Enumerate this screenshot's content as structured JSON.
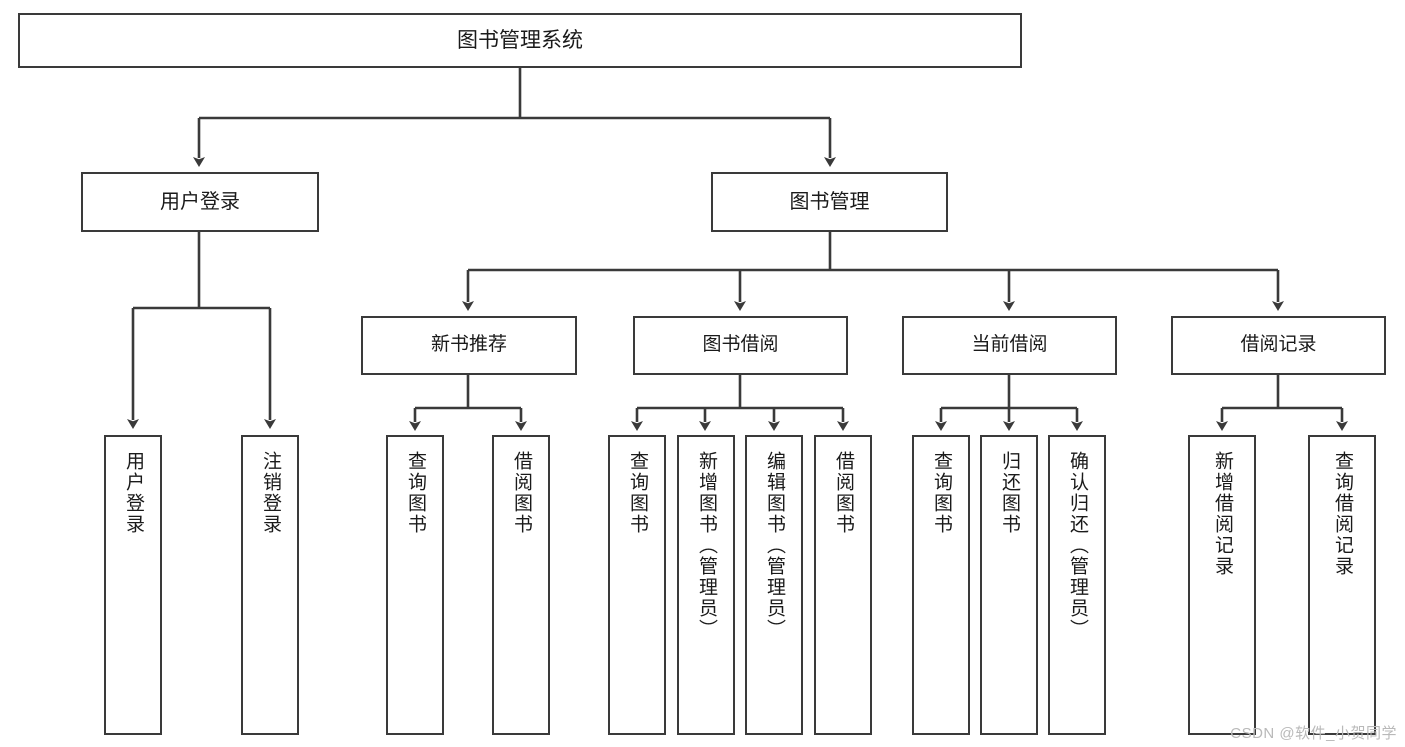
{
  "diagram": {
    "title": "图书管理系统",
    "watermark": "CSDN @软件_小贺同学",
    "nodes": {
      "root": {
        "label": "图书管理系统"
      },
      "user_login": {
        "label": "用户登录"
      },
      "book_manage": {
        "label": "图书管理"
      },
      "new_book_rec": {
        "label": "新书推荐"
      },
      "book_borrow": {
        "label": "图书借阅"
      },
      "current_borrow": {
        "label": "当前借阅"
      },
      "borrow_record": {
        "label": "借阅记录"
      },
      "leaf_user_login": {
        "label": "用户登录"
      },
      "leaf_user_logout": {
        "label": "注销登录"
      },
      "leaf_query_book_1": {
        "label": "查询图书"
      },
      "leaf_borrow_book_1": {
        "label": "借阅图书"
      },
      "leaf_query_book_2": {
        "label": "查询图书"
      },
      "leaf_add_book": {
        "label": "新增图书（管理员）"
      },
      "leaf_edit_book": {
        "label": "编辑图书（管理员）"
      },
      "leaf_borrow_book_2": {
        "label": "借阅图书"
      },
      "leaf_query_book_3": {
        "label": "查询图书"
      },
      "leaf_return_book": {
        "label": "归还图书"
      },
      "leaf_confirm_return": {
        "label": "确认归还（管理员）"
      },
      "leaf_add_record": {
        "label": "新增借阅记录"
      },
      "leaf_query_record": {
        "label": "查询借阅记录"
      }
    },
    "colors": {
      "border": "#3a3a3a",
      "line": "#3a3a3a",
      "text": "#1a1a1a",
      "background": "#ffffff",
      "watermark": "#b9b9b9"
    }
  }
}
